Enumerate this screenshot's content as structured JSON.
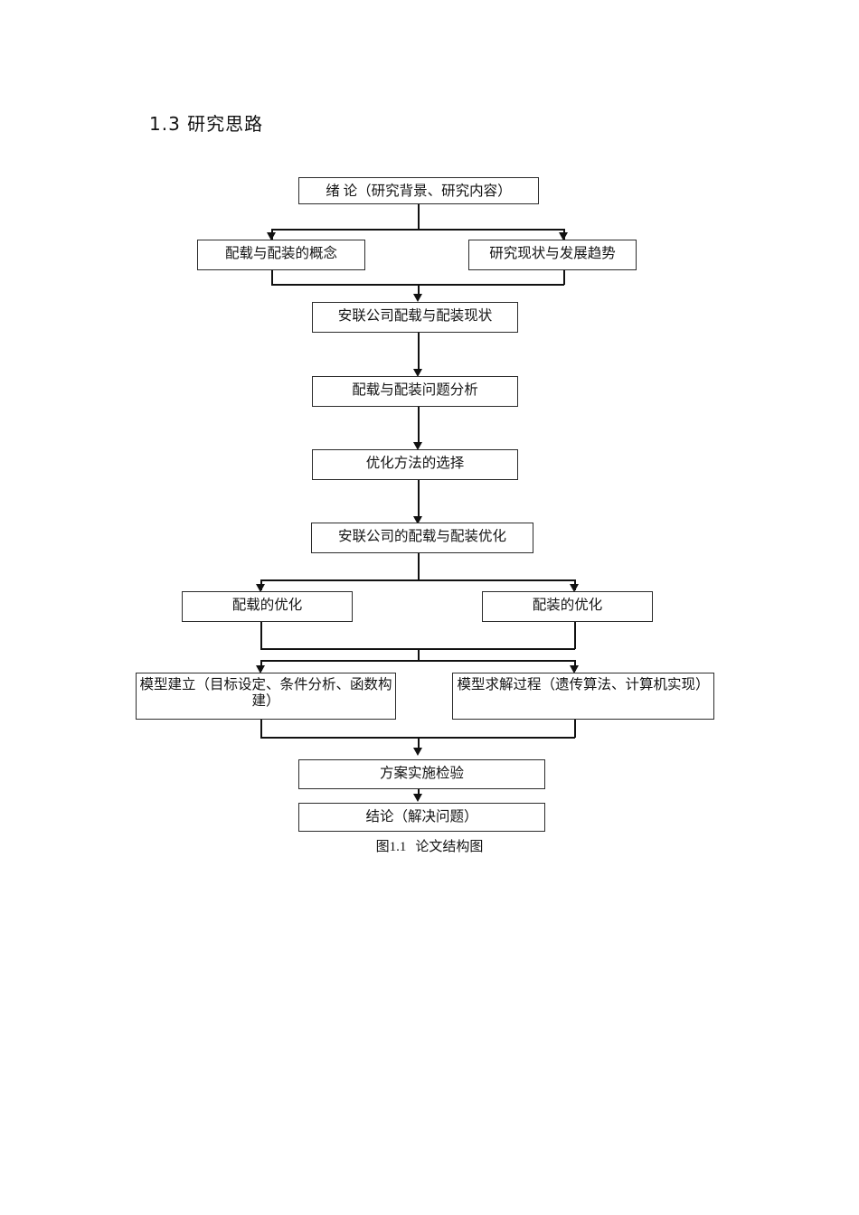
{
  "heading": "1.3  研究思路",
  "figure": {
    "caption_number": "图1.1",
    "caption_title": "论文结构图"
  },
  "flowchart": {
    "type": "flowchart",
    "orientation": "top-to-bottom",
    "nodes": [
      {
        "id": "n1",
        "label": "绪  论（研究背景、研究内容）"
      },
      {
        "id": "n2a",
        "label": "配载与配装的概念"
      },
      {
        "id": "n2b",
        "label": "研究现状与发展趋势"
      },
      {
        "id": "n3",
        "label": "安联公司配载与配装现状"
      },
      {
        "id": "n4",
        "label": "配载与配装问题分析"
      },
      {
        "id": "n5",
        "label": "优化方法的选择"
      },
      {
        "id": "n6",
        "label": "安联公司的配载与配装优化"
      },
      {
        "id": "n7a",
        "label": "配载的优化"
      },
      {
        "id": "n7b",
        "label": "配装的优化"
      },
      {
        "id": "n8a",
        "label": "模型建立（目标设定、条件分析、函数构建）"
      },
      {
        "id": "n8b",
        "label": "模型求解过程（遗传算法、计算机实现）"
      },
      {
        "id": "n9",
        "label": "方案实施检验"
      },
      {
        "id": "n10",
        "label": "结论（解决问题）"
      }
    ],
    "edges": [
      {
        "from": "n1",
        "to": "n2a"
      },
      {
        "from": "n1",
        "to": "n2b"
      },
      {
        "from": "n2a",
        "to": "n3"
      },
      {
        "from": "n2b",
        "to": "n3"
      },
      {
        "from": "n3",
        "to": "n4"
      },
      {
        "from": "n4",
        "to": "n5"
      },
      {
        "from": "n5",
        "to": "n6"
      },
      {
        "from": "n6",
        "to": "n7a"
      },
      {
        "from": "n6",
        "to": "n7b"
      },
      {
        "from": "n7a",
        "to": "n8a"
      },
      {
        "from": "n7b",
        "to": "n8b"
      },
      {
        "from": "n8a",
        "to": "n9"
      },
      {
        "from": "n8b",
        "to": "n9"
      },
      {
        "from": "n9",
        "to": "n10"
      }
    ]
  }
}
